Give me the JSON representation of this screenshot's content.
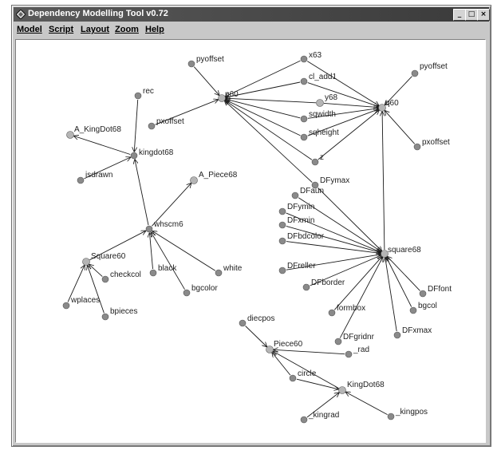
{
  "window": {
    "title": "Dependency Modelling Tool v0.72",
    "controls": {
      "minimize": "_",
      "maximize": "□",
      "close": "×"
    }
  },
  "menu": [
    "Model",
    "Script",
    "Layout",
    "Zoom",
    "Help"
  ],
  "colors": {
    "node_dark": "#8a8a8a",
    "node_light": "#b5b5b5",
    "edge": "#1a1a1a",
    "titlebar": "#4a4a4a"
  },
  "graph": {
    "nodes": [
      {
        "id": "pyoffset",
        "label": "pyoffset"
      },
      {
        "id": "x63",
        "label": "x63"
      },
      {
        "id": "pyoffset2",
        "label": "pyoffset"
      },
      {
        "id": "cl_add1",
        "label": "cl_add1"
      },
      {
        "id": "p60",
        "label": "p60"
      },
      {
        "id": "y68",
        "label": "y68"
      },
      {
        "id": "sqwidth",
        "label": "sqwidth"
      },
      {
        "id": "sqheight",
        "label": "sqheight"
      },
      {
        "id": "pxoffset",
        "label": "pxoffset"
      },
      {
        "id": "pxoffset2",
        "label": "pxoffset"
      },
      {
        "id": "q60",
        "label": "q60"
      },
      {
        "id": "z",
        "label": "z"
      },
      {
        "id": "rec",
        "label": "rec"
      },
      {
        "id": "a_kingdot68",
        "label": "A_KingDot68"
      },
      {
        "id": "kingdot68",
        "label": "kingdot68"
      },
      {
        "id": "isdrawn",
        "label": "isdrawn"
      },
      {
        "id": "a_piece68",
        "label": "A_Piece68"
      },
      {
        "id": "whscm6",
        "label": "whscm6"
      },
      {
        "id": "square60",
        "label": "Square60"
      },
      {
        "id": "checkcol",
        "label": "checkcol"
      },
      {
        "id": "black",
        "label": "black"
      },
      {
        "id": "white",
        "label": "white"
      },
      {
        "id": "bgcolor",
        "label": "bgcolor"
      },
      {
        "id": "wplaces",
        "label": "wplaces"
      },
      {
        "id": "bpieces",
        "label": "bpieces"
      },
      {
        "id": "dfymax",
        "label": "DFymax"
      },
      {
        "id": "dfaun",
        "label": "DFaun"
      },
      {
        "id": "dfymin",
        "label": "DFymin"
      },
      {
        "id": "dfxmin",
        "label": "DFxmin"
      },
      {
        "id": "dfbdcolor",
        "label": "DFbdcolor"
      },
      {
        "id": "dfreller",
        "label": "DFreller"
      },
      {
        "id": "dfborder",
        "label": "DFborder"
      },
      {
        "id": "square68",
        "label": "square68"
      },
      {
        "id": "dffont",
        "label": "DFfont"
      },
      {
        "id": "formbox",
        "label": "formbox"
      },
      {
        "id": "bgcol",
        "label": "bgcol"
      },
      {
        "id": "dfgridnr",
        "label": "DFgridnr"
      },
      {
        "id": "dfxmax",
        "label": "DFxmax"
      },
      {
        "id": "diecpos",
        "label": "diecpos"
      },
      {
        "id": "piece60",
        "label": "Piece60"
      },
      {
        "id": "rad",
        "label": "_rad"
      },
      {
        "id": "circle",
        "label": "circle"
      },
      {
        "id": "kingdot68b",
        "label": "KingDot68"
      },
      {
        "id": "kingpos",
        "label": "_kingpos"
      },
      {
        "id": "kingrad",
        "label": "_kingrad"
      }
    ]
  }
}
